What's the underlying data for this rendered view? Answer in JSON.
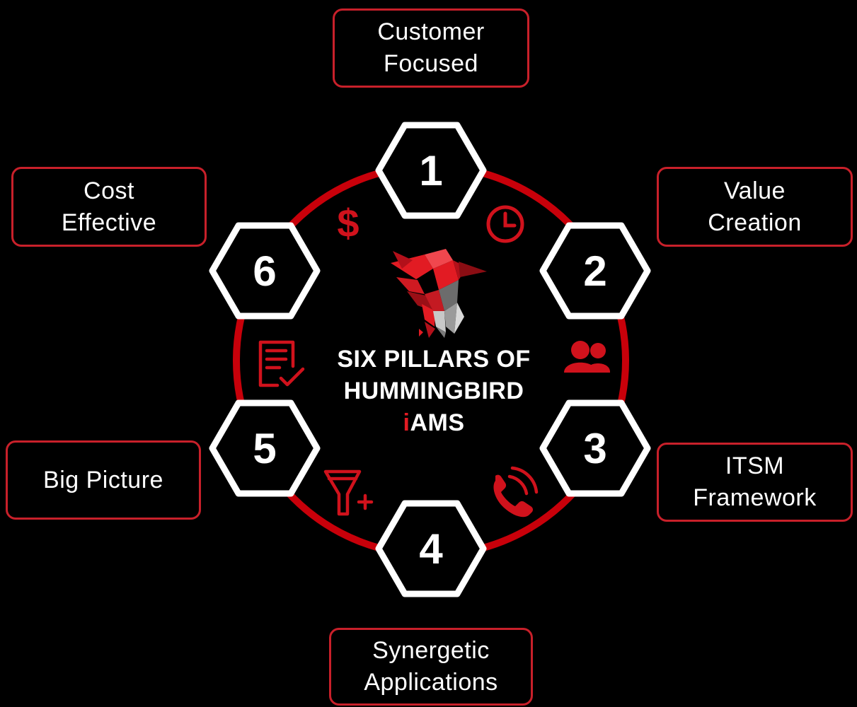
{
  "title": {
    "line1": "SIX PILLARS OF",
    "line2": "HUMMINGBIRD",
    "line3_accent": "i",
    "line3_rest": "AMS"
  },
  "colors": {
    "background": "#000000",
    "ring": "#c8000a",
    "accent": "#e21b23",
    "hexagon_outline": "#ffffff",
    "text": "#ffffff"
  },
  "pillars": [
    {
      "number": "1",
      "label_line1": "Customer",
      "label_line2": "Focused",
      "icon": "clock-icon"
    },
    {
      "number": "2",
      "label_line1": "Value",
      "label_line2": "Creation",
      "icon": "users-icon"
    },
    {
      "number": "3",
      "label_line1": "ITSM",
      "label_line2": "Framework",
      "icon": "phone-icon"
    },
    {
      "number": "4",
      "label_line1": "Synergetic",
      "label_line2": "Applications",
      "icon": "funnel-plus-icon"
    },
    {
      "number": "5",
      "label_line1": "Big Picture",
      "label_line2": "",
      "icon": "checklist-document-icon"
    },
    {
      "number": "6",
      "label_line1": "Cost",
      "label_line2": "Effective",
      "icon": "dollar-icon"
    }
  ],
  "logo": "hummingbird-logo"
}
